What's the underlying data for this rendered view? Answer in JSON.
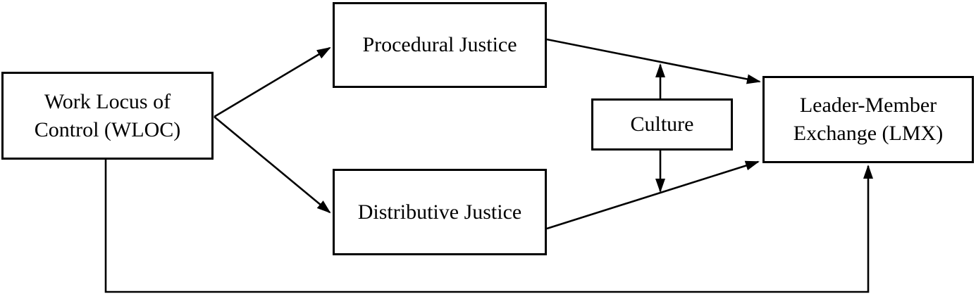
{
  "diagram": {
    "type": "path-model",
    "nodes": {
      "wloc": {
        "label": "Work Locus of Control (WLOC)",
        "line1": "Work Locus of",
        "line2": "Control (WLOC)"
      },
      "procedural": {
        "label": "Procedural Justice",
        "line1": "Procedural Justice"
      },
      "distributive": {
        "label": "Distributive Justice",
        "line1": "Distributive Justice"
      },
      "culture": {
        "label": "Culture",
        "line1": "Culture"
      },
      "lmx": {
        "label": "Leader-Member Exchange (LMX)",
        "line1": "Leader-Member",
        "line2": "Exchange (LMX)"
      }
    },
    "edges": [
      {
        "from": "wloc",
        "to": "procedural",
        "type": "directed"
      },
      {
        "from": "wloc",
        "to": "distributive",
        "type": "directed"
      },
      {
        "from": "procedural",
        "to": "lmx",
        "type": "directed"
      },
      {
        "from": "distributive",
        "to": "lmx",
        "type": "directed"
      },
      {
        "from": "culture",
        "to": "procedural-lmx-path",
        "type": "moderation"
      },
      {
        "from": "culture",
        "to": "distributive-lmx-path",
        "type": "moderation"
      },
      {
        "from": "wloc",
        "to": "lmx",
        "type": "directed",
        "route": "bottom"
      }
    ],
    "colors": {
      "line": "#000000",
      "box_border": "#000000",
      "box_fill": "#ffffff",
      "background": "#ffffff",
      "text": "#000000"
    }
  }
}
